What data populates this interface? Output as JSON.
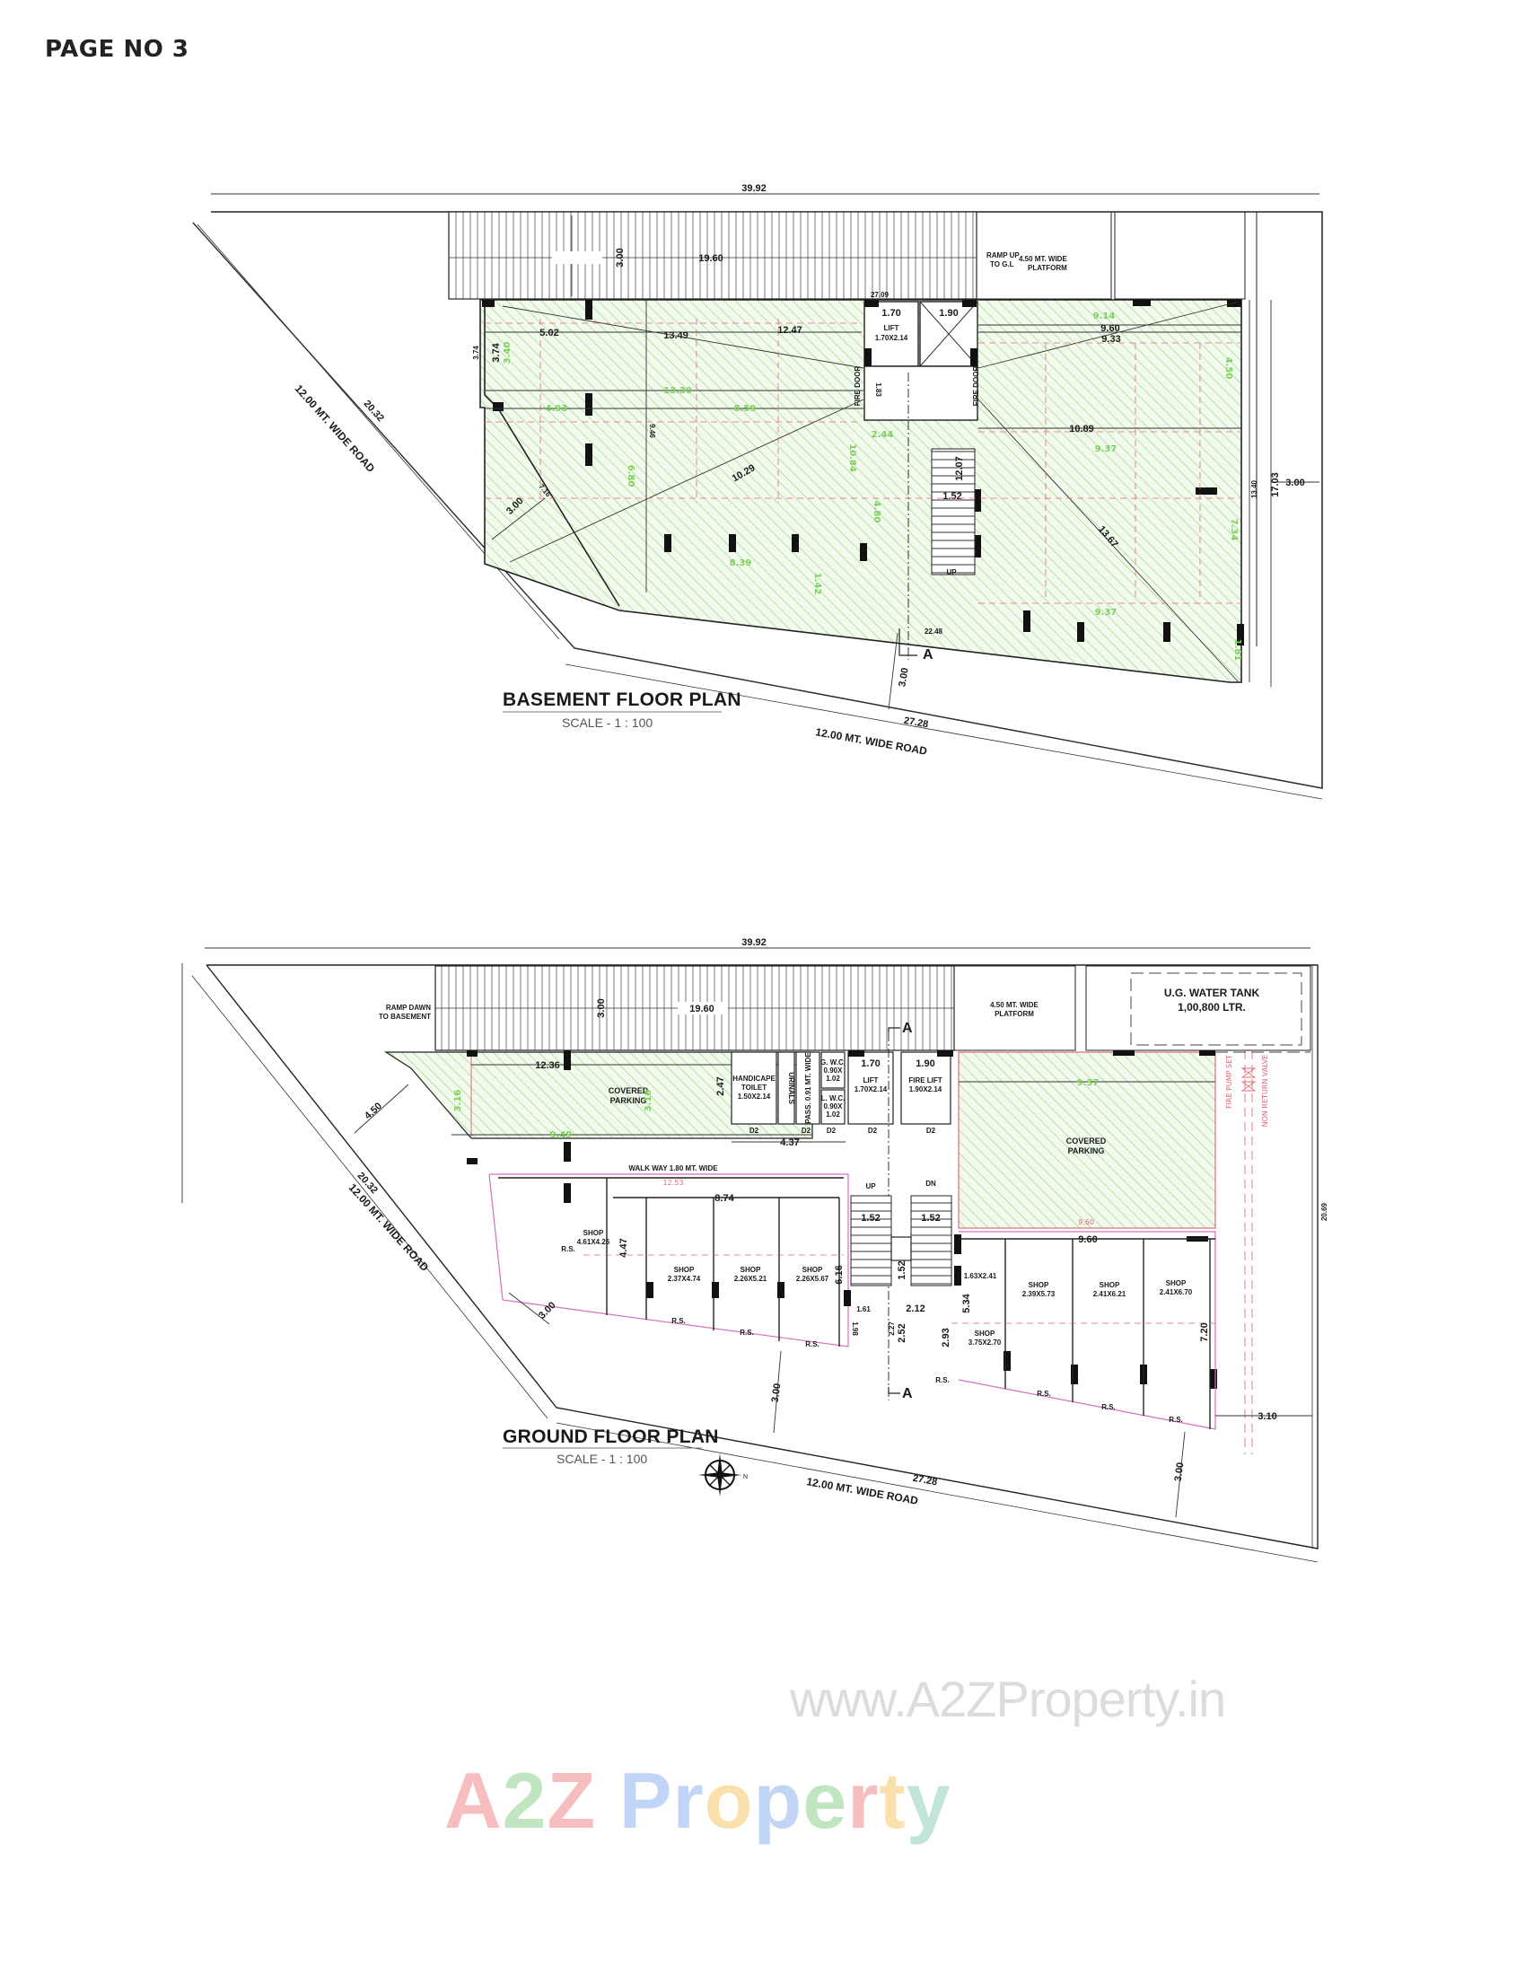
{
  "page": {
    "label": "PAGE NO 3"
  },
  "basement": {
    "title": "BASEMENT FLOOR PLAN",
    "scale": "SCALE - 1 : 100",
    "overall_width": "39.92",
    "ramp_length": "19.60",
    "ramp_depth": "3.00",
    "ramp_note_1": "RAMP UP",
    "ramp_note_2": "TO G.L",
    "platform_1": "4.50 MT. WIDE",
    "platform_2": "PLATFORM",
    "level_mark": "27.09",
    "level_mark_2": "22.48",
    "road_left": "12.00 MT. WIDE ROAD",
    "road_bottom": "12.00 MT. WIDE ROAD",
    "road_left_len": "20.32",
    "road_bottom_len": "27.28",
    "setback_left": "3.00",
    "setback_bottom": "3.00",
    "setback_right": "3.00",
    "right_height": "17.03",
    "right_inner": "13.40",
    "left_small_a": "3.74",
    "left_small_b": "3.74",
    "left_small_g": "3.40",
    "small_diag": "7.16",
    "lift_w": "1.70",
    "fire_lift_w": "1.90",
    "lift_label": "LIFT",
    "lift_size": "1.70X2.14",
    "fire_door": "FIRE DOOR",
    "fire_door_w": "1.83",
    "stair_len": "12.07",
    "stair_w": "1.52",
    "stair_up": "UP",
    "section_mark": "A",
    "dims_black": [
      "5.02",
      "13.49",
      "12.47",
      "9.60",
      "9.33",
      "10.29",
      "10.89",
      "13.67",
      "9.46"
    ],
    "dims_green": [
      "13.30",
      "8.59",
      "4.93",
      "8.39",
      "9.14",
      "9.37",
      "9.37",
      "10.84",
      "4.80",
      "4.50",
      "7.34",
      "1.81",
      "2.44",
      "1.42",
      "6.80"
    ]
  },
  "ground": {
    "title": "GROUND FLOOR PLAN",
    "scale": "SCALE - 1 : 100",
    "overall_width": "39.92",
    "ramp_length": "19.60",
    "ramp_depth": "3.00",
    "ramp_note_1": "RAMP DAWN",
    "ramp_note_2": "TO BASEMENT",
    "platform_1": "4.50 MT. WIDE",
    "platform_2": "PLATFORM",
    "tank_1": "U.G. WATER TANK",
    "tank_2": "1,00,800 LTR.",
    "fire_pump": "FIRE PUMP SET",
    "nrv": "NON RETURN VALVE",
    "road_left": "12.00 MT. WIDE ROAD",
    "road_bottom": "12.00 MT. WIDE ROAD",
    "road_left_len": "20.32",
    "road_bottom_len": "27.28",
    "right_height": "20.69",
    "setback_left": "4.50",
    "setback_left_2": "3.00",
    "setback_bottom": "3.00",
    "setback_bottom_2": "3.00",
    "setback_right": "3.10",
    "parking_1": "COVERED",
    "parking_2": "PARKING",
    "walkway": "WALK WAY 1.80 MT. WIDE",
    "walkway_len": "12.53",
    "dim_12_36": "12.36",
    "dim_2_47": "2.47",
    "dim_4_37": "4.37",
    "dim_8_74": "8.74",
    "dim_9_60": "9.60",
    "dim_9_60_g": "9.60",
    "dim_9_49": "9.49",
    "dim_9_37": "9.37",
    "dim_3_16a": "3.16",
    "dim_3_16b": "3.16",
    "dim_4_47": "4.47",
    "dim_6_16": "6.16",
    "dim_5_34": "5.34",
    "dim_7_20": "7.20",
    "dim_1_61": "1.61",
    "dim_2_12": "2.12",
    "dim_2_52": "2.52",
    "dim_2_93": "2.93",
    "dim_1_98": "1.98",
    "dim_2_27": "2.27",
    "dim_stair_1": "1.52",
    "dim_stair_2": "1.52",
    "dim_stair_3": "1.52",
    "up": "UP",
    "dn": "DN",
    "toilet_1": "HANDICAPE",
    "toilet_2": "TOILET",
    "toilet_3": "1.50X2.14",
    "urinals": "URINALS",
    "passage": "PASS. 0.91 MT. WIDE",
    "gwc_1": "G. W.C.",
    "gwc_2": "0.90X",
    "gwc_3": "1.02",
    "lwc_1": "L. W.C.",
    "lwc_2": "0.90X",
    "lwc_3": "1.02",
    "door": "D2",
    "lift_w": "1.70",
    "lift_1": "LIFT",
    "lift_2": "1.70X2.14",
    "fire_lift_w": "1.90",
    "fire_lift_1": "FIRE LIFT",
    "fire_lift_2": "1.90X2.14",
    "section_mark": "A",
    "rs": "R.S.",
    "shops": [
      {
        "label": "SHOP",
        "size": "4.61X4.26"
      },
      {
        "label": "SHOP",
        "size": "2.37X4.74"
      },
      {
        "label": "SHOP",
        "size": "2.26X5.21"
      },
      {
        "label": "SHOP",
        "size": "2.26X5.67"
      },
      {
        "label": "",
        "size": "1.63X2.41"
      },
      {
        "label": "SHOP",
        "size": "3.75X2.70"
      },
      {
        "label": "SHOP",
        "size": "2.39X5.73"
      },
      {
        "label": "SHOP",
        "size": "2.41X6.21"
      },
      {
        "label": "SHOP",
        "size": "2.41X6.70"
      }
    ],
    "north": "N"
  },
  "watermark": {
    "url": "www.A2ZProperty.in",
    "logo_parts": [
      {
        "text": "A",
        "color": "#ef8a8a"
      },
      {
        "text": "2",
        "color": "#8fce8f"
      },
      {
        "text": "Z",
        "color": "#ef8a8a"
      },
      {
        "text": " ",
        "color": "#ffffff"
      },
      {
        "text": "P",
        "color": "#8fb4ef"
      },
      {
        "text": "r",
        "color": "#8fb4ef"
      },
      {
        "text": "o",
        "color": "#f5c86a"
      },
      {
        "text": "p",
        "color": "#8fb4ef"
      },
      {
        "text": "e",
        "color": "#8fce8f"
      },
      {
        "text": "r",
        "color": "#ef8a8a"
      },
      {
        "text": "t",
        "color": "#f5c86a"
      },
      {
        "text": "y",
        "color": "#8fd0b8"
      }
    ]
  },
  "colors": {
    "line": "#1a1a1a",
    "hatch": "#9fd88a",
    "hatch_bg": "#f1faec",
    "sprinkler": "#e06a7a",
    "pink_line": "#d66fc0"
  }
}
